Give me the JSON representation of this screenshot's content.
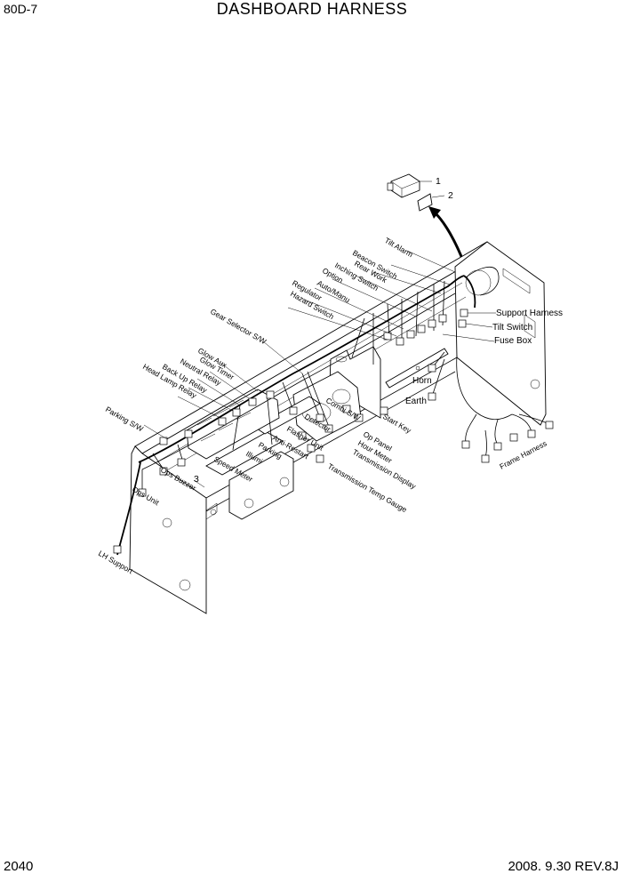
{
  "header": {
    "model": "80D-7",
    "title": "DASHBOARD HARNESS"
  },
  "footer": {
    "page": "2040",
    "date_rev": "2008. 9.30  REV.8J"
  },
  "callouts": {
    "c1": "1",
    "c2": "2",
    "c3": "3"
  },
  "labels": {
    "tilt_alarm": "Tilt Alarm",
    "beacon_switch": "Beacon Switch",
    "rear_work": "Rear Work",
    "inching_switch": "Inching Switch",
    "option": "Option",
    "auto_manu": "Auto/Manu",
    "regulator": "Regulator",
    "hazard_switch": "Hazard Switch",
    "gear_selector": "Gear Selector S/W",
    "glow_aux": "Glow Aux",
    "glow_timer": "Glow Timer",
    "neutral_relay": "Neutral Relay",
    "back_up_relay": "Back Up Relay",
    "head_lamp_relay": "Head Lamp Relay",
    "parking_sw": "Parking S/W",
    "support_harness": "Support Harness",
    "tilt_switch": "Tilt Switch",
    "fuse_box": "Fuse Box",
    "horn": "Horn",
    "earth": "Earth",
    "frame_harness": "Frame Harness",
    "combi_sw": "Combi S/W",
    "start_key": "Start Key",
    "detector": "Detector",
    "op_panel": "Op Panel",
    "flasher_unit": "Flasher Unit",
    "hour_meter": "Hour Meter",
    "anti_restart": "Anti-Restart",
    "transmission_display": "Transmission Display",
    "parking": "Parking",
    "illumi": "Illumi",
    "transmission_temp_gauge": "Transmission Temp Gauge",
    "speed_meter": "Speed Meter",
    "ops_buzzer": "Ops Buzzer",
    "ops_unit": "Ops Unit",
    "lh_support": "LH Support"
  }
}
